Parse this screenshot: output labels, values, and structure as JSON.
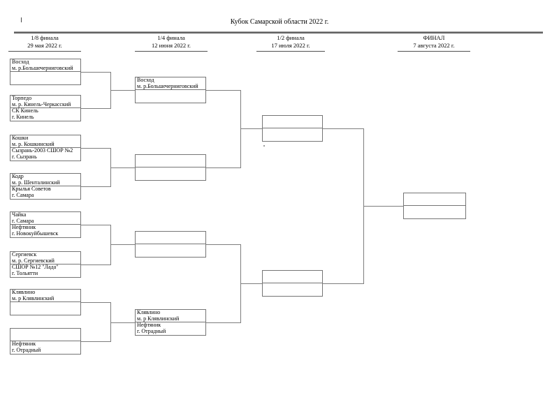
{
  "title": "Кубок Самарской области 2022 г.",
  "rounds": [
    {
      "name": "1/8 финала",
      "date": "29 мая 2022 г."
    },
    {
      "name": "1/4 финала",
      "date": "12 июня 2022 г."
    },
    {
      "name": "1/2 финала",
      "date": "17 июля 2022 г."
    },
    {
      "name": "ФИНАЛ",
      "date": "7 августа 2022 г."
    }
  ],
  "bracket": {
    "round_of_16": [
      {
        "top": {
          "team": "Восход",
          "location": "м. р.Большечерниговский"
        },
        "bottom": {
          "team": "",
          "location": ""
        }
      },
      {
        "top": {
          "team": "Торпедо",
          "location": "м. р. Кинель-Черкасский"
        },
        "bottom": {
          "team": "СК Кинель",
          "location": "г. Кинель"
        }
      },
      {
        "top": {
          "team": "Кошки",
          "location": "м. р. Кошкинский"
        },
        "bottom": {
          "team": "Сызрань-2003 СШОР №2",
          "location": "г. Сызрань"
        }
      },
      {
        "top": {
          "team": "Кодр",
          "location": "м. р. Шенталинский"
        },
        "bottom": {
          "team": "Крылья Советов",
          "location": "г. Самара"
        }
      },
      {
        "top": {
          "team": "Чайка",
          "location": "г. Самара"
        },
        "bottom": {
          "team": "Нефтяник",
          "location": "г. Новокуйбышевск"
        }
      },
      {
        "top": {
          "team": "Сергиевск",
          "location": "м. р. Сергиевский"
        },
        "bottom": {
          "team": "СШОР №12 \"Лада\"",
          "location": "г. Тольятти"
        }
      },
      {
        "top": {
          "team": "Клявлино",
          "location": "м. р Клявлинский"
        },
        "bottom": {
          "team": "",
          "location": ""
        }
      },
      {
        "top": {
          "team": "",
          "location": ""
        },
        "bottom": {
          "team": "Нефтяник",
          "location": "г. Отрадный"
        }
      }
    ],
    "quarterfinals": [
      {
        "top": {
          "team": "Восход",
          "location": "м. р.Большечерниговский"
        },
        "bottom": {
          "team": "",
          "location": ""
        }
      },
      {
        "top": {
          "team": "",
          "location": ""
        },
        "bottom": {
          "team": "",
          "location": ""
        }
      },
      {
        "top": {
          "team": "",
          "location": ""
        },
        "bottom": {
          "team": "",
          "location": ""
        }
      },
      {
        "top": {
          "team": "Клявлино",
          "location": "м. р Клявлинский"
        },
        "bottom": {
          "team": "Нефтяник",
          "location": "г. Отрадный"
        }
      }
    ],
    "semifinals": [
      {
        "top": {
          "team": "",
          "location": ""
        },
        "bottom": {
          "team": "",
          "location": ""
        }
      },
      {
        "top": {
          "team": "",
          "location": ""
        },
        "bottom": {
          "team": "",
          "location": ""
        }
      }
    ],
    "final": [
      {
        "top": {
          "team": "",
          "location": ""
        },
        "bottom": {
          "team": "",
          "location": ""
        }
      }
    ]
  },
  "colors": {
    "line": "#7d7d7d",
    "box_border": "#757575",
    "text": "#000000",
    "rule": "#636363"
  }
}
